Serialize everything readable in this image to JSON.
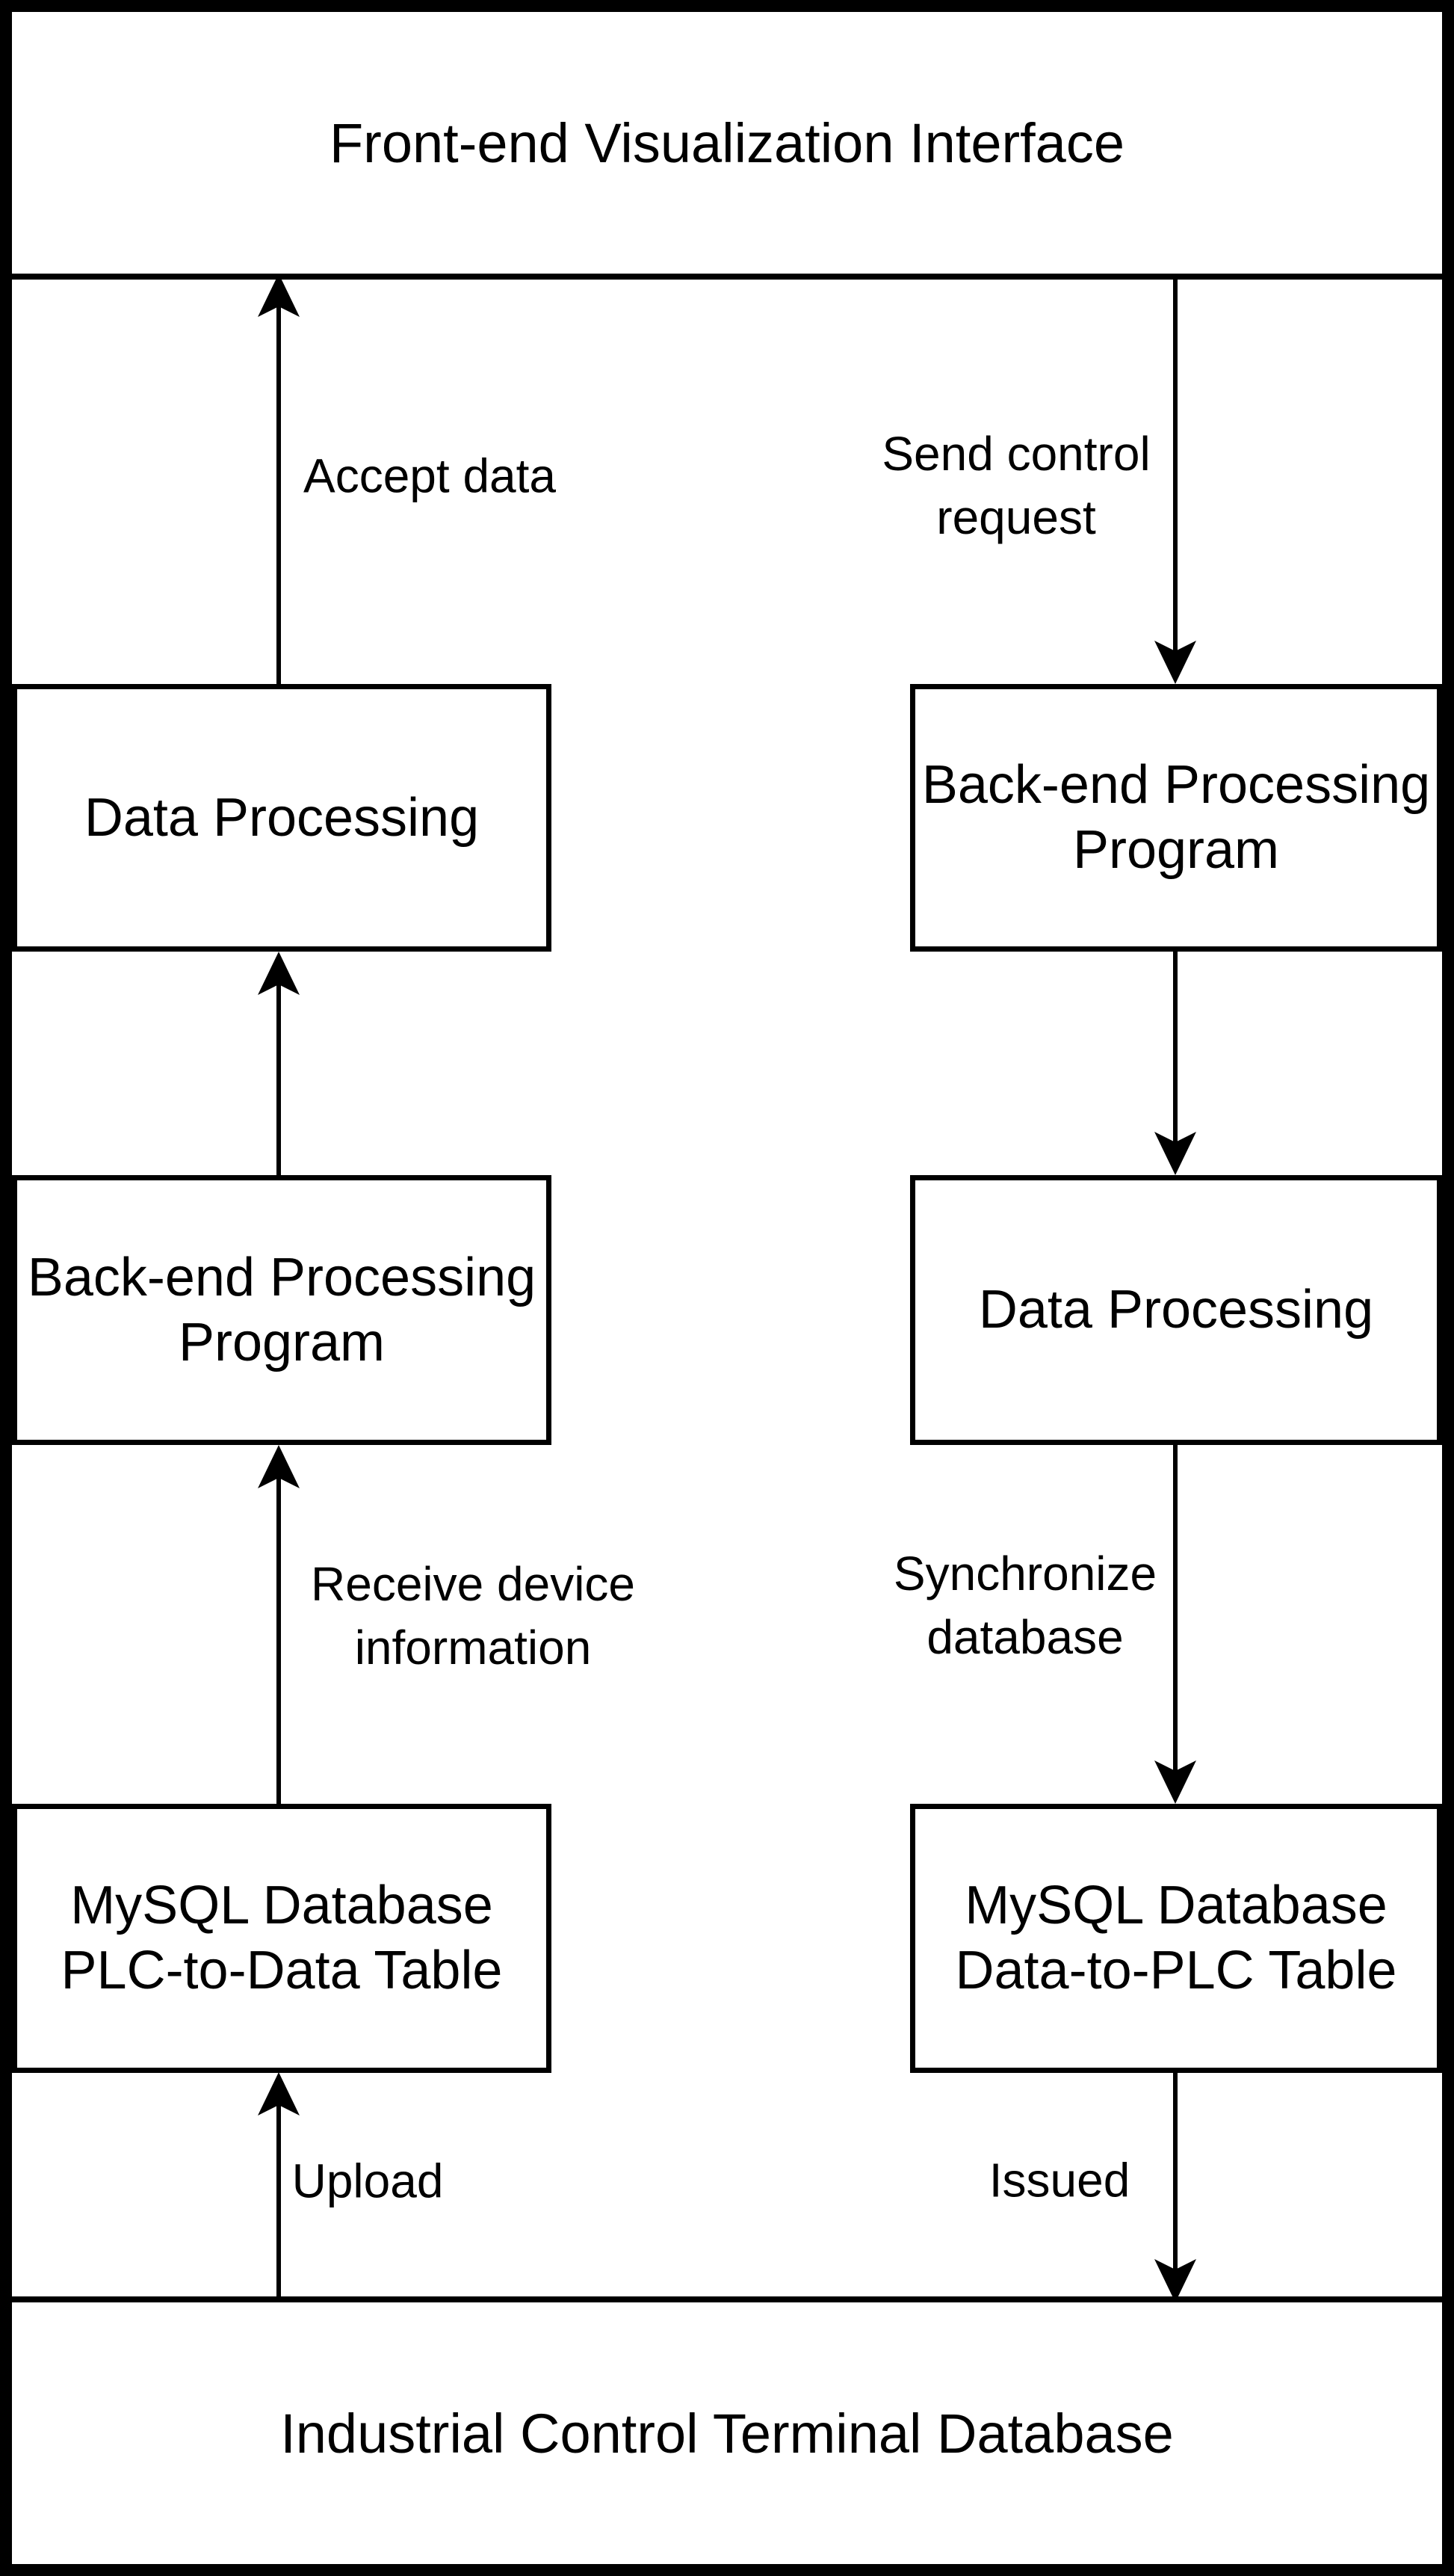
{
  "diagram": {
    "title_node": {
      "label": "Front-end Visualization Interface"
    },
    "bottom_node": {
      "label": "Industrial Control Terminal Database"
    },
    "left_flow": {
      "direction": "upward",
      "nodes": [
        {
          "label": "Data Processing"
        },
        {
          "lines": [
            "Back-end Processing",
            "Program"
          ]
        },
        {
          "lines": [
            "MySQL Database",
            "PLC-to-Data Table"
          ]
        }
      ],
      "edge_labels": {
        "top": "Accept data",
        "middle": [
          "Receive device",
          "information"
        ],
        "bottom": "Upload"
      }
    },
    "right_flow": {
      "direction": "downward",
      "nodes": [
        {
          "lines": [
            "Back-end Processing",
            "Program"
          ]
        },
        {
          "label": "Data Processing"
        },
        {
          "lines": [
            "MySQL Database",
            "Data-to-PLC Table"
          ]
        }
      ],
      "edge_labels": {
        "top": [
          "Send control",
          "request"
        ],
        "middle": [
          "Synchronize",
          "database"
        ],
        "bottom": "Issued"
      }
    },
    "colors": {
      "line": "#000000",
      "background": "#ffffff",
      "text": "#000000"
    }
  }
}
